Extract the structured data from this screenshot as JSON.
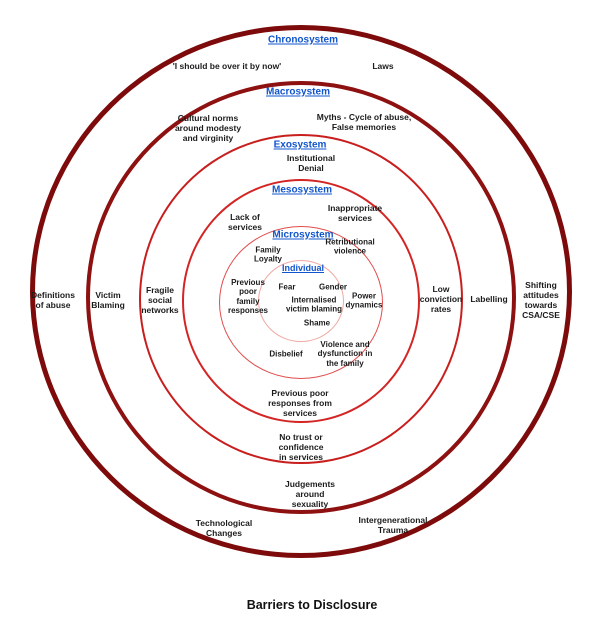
{
  "title": "Barriers to Disclosure",
  "colors": {
    "ring_outer_dark": "#7e0b0b",
    "ring_mid_red": "#c81e1e",
    "ring_inner_pink": "#f0a9a2",
    "system_label_blue": "#1155cc",
    "text": "#1b1b1b"
  },
  "rings": [
    {
      "label": "Chronosystem",
      "items": [
        {
          "text": "'I should be over it by now'"
        },
        {
          "text": "Laws"
        },
        {
          "text": "Definitions\nof abuse"
        },
        {
          "text": "Shifting\nattitudes\ntowards\nCSA/CSE"
        },
        {
          "text": "Technological\nChanges"
        },
        {
          "text": "Intergenerational\nTrauma"
        }
      ]
    },
    {
      "label": "Macrosystem",
      "items": [
        {
          "text": "Cultural norms\naround modesty\nand virginity"
        },
        {
          "text": "Myths - Cycle of abuse,\nFalse memories"
        },
        {
          "text": "Victim\nBlaming"
        },
        {
          "text": "Labelling"
        },
        {
          "text": "Judgements\naround\nsexuality"
        }
      ]
    },
    {
      "label": "Exosystem",
      "items": [
        {
          "text": "Institutional\nDenial"
        },
        {
          "text": "Fragile\nsocial\nnetworks"
        },
        {
          "text": "Low\nconviction\nrates"
        },
        {
          "text": "No trust or\nconfidence\nin services"
        }
      ]
    },
    {
      "label": "Mesosystem",
      "items": [
        {
          "text": "Lack of\nservices"
        },
        {
          "text": "Inappropriate\nservices"
        },
        {
          "text": "Previous poor\nresponses from\nservices"
        }
      ]
    },
    {
      "label": "Microsystem",
      "items": [
        {
          "text": "Family\nLoyalty"
        },
        {
          "text": "Retributional\nviolence"
        },
        {
          "text": "Previous\npoor\nfamily\nresponses"
        },
        {
          "text": "Power\ndynamics"
        },
        {
          "text": "Disbelief"
        },
        {
          "text": "Violence and\ndysfunction in\nthe family"
        }
      ]
    },
    {
      "label": "Individual",
      "items": [
        {
          "text": "Fear"
        },
        {
          "text": "Gender"
        },
        {
          "text": "Internalised\nvictim blaming"
        },
        {
          "text": "Shame"
        }
      ]
    }
  ]
}
